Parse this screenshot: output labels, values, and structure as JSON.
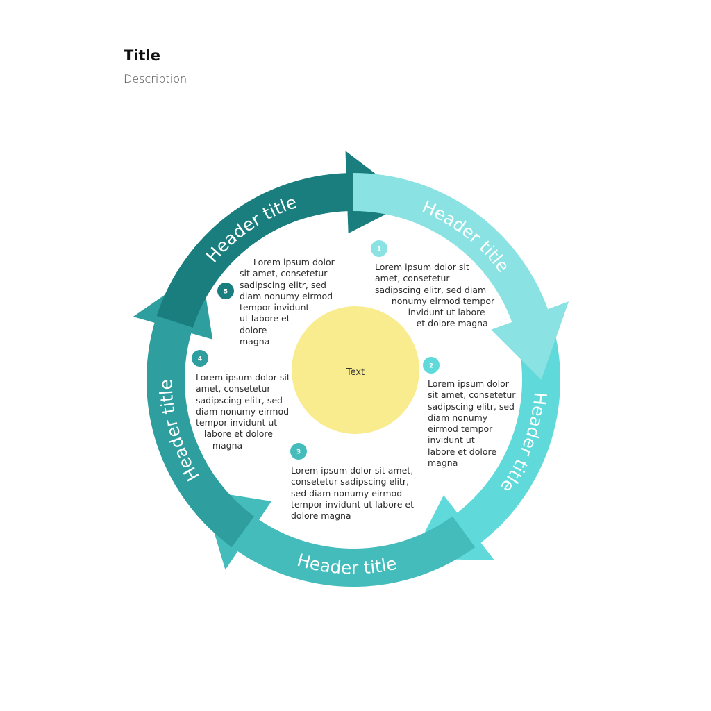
{
  "page": {
    "title": "Title",
    "description": "Description"
  },
  "diagram": {
    "center": {
      "label": "Text",
      "color": "#f8ec8e"
    },
    "segments": [
      {
        "id": "1",
        "header": "Header title",
        "color": "#8ae2e2",
        "text": "Lorem ipsum dolor sit\namet, consetetur\nsadipscing elitr, sed diam\n      nonumy eirmod tempor\n            invidunt ut labore\n               et dolore magna"
      },
      {
        "id": "2",
        "header": "Header title",
        "color": "#5fd9d9",
        "text": "Lorem ipsum dolor\nsit amet, consetetur\nsadipscing elitr, sed\ndiam nonumy\neirmod tempor\ninvidunt ut\nlabore et dolore\nmagna"
      },
      {
        "id": "3",
        "header": "Header title",
        "color": "#45bcbc",
        "text": "Lorem ipsum dolor sit amet,\nconsetetur sadipscing elitr,\nsed diam nonumy eirmod\ntempor invidunt ut labore et\ndolore magna"
      },
      {
        "id": "4",
        "header": "Header title",
        "color": "#2e9e9e",
        "text": "Lorem ipsum dolor sit\namet, consetetur\nsadipscing elitr, sed\ndiam nonumy eirmod\ntempor invidunt ut\n   labore et dolore\n      magna"
      },
      {
        "id": "5",
        "header": "Header title",
        "color": "#1a7e7e",
        "text": "     Lorem ipsum dolor\nsit amet, consetetur\nsadipscing elitr, sed\ndiam nonumy eirmod\ntempor invidunt\nut labore et\ndolore\nmagna"
      }
    ]
  }
}
